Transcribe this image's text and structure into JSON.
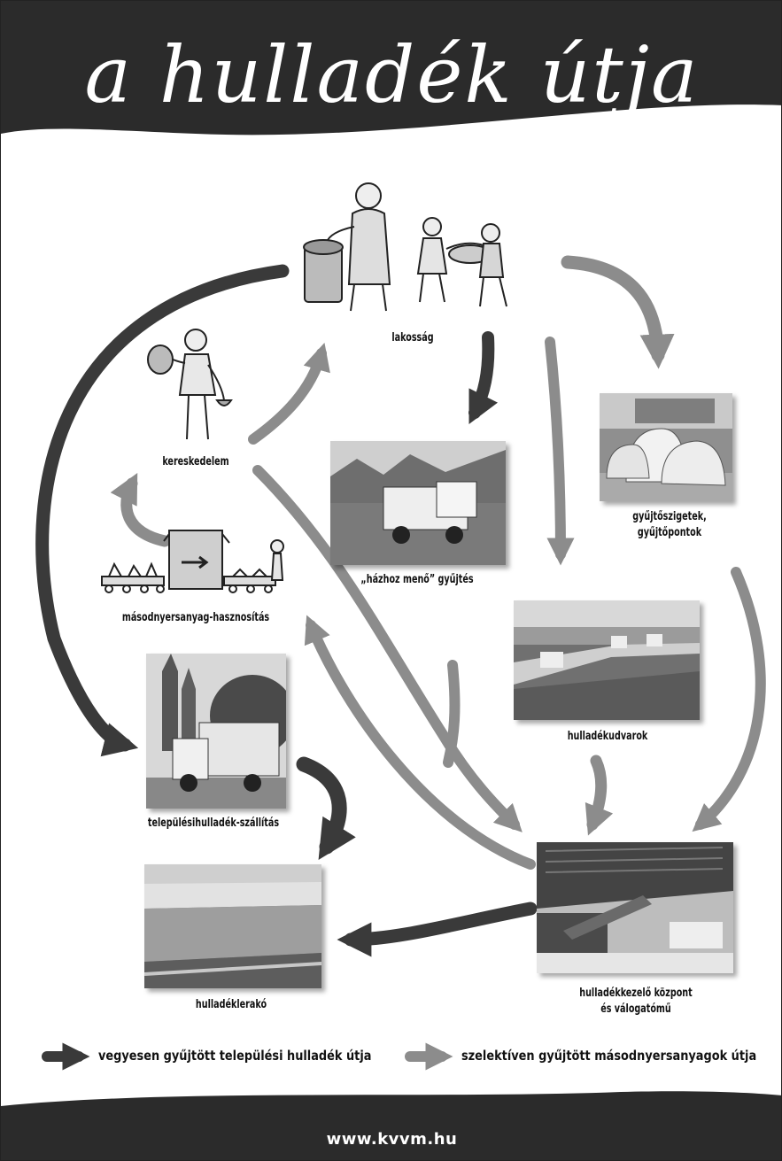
{
  "title": "a hulladék útja",
  "nodes": {
    "lakossag": "lakosság",
    "kereskedelem": "kereskedelem",
    "hazhoz": "„házhoz menő” gyűjtés",
    "gyujtoszigetek_line1": "gyűjtőszigetek,",
    "gyujtoszigetek_line2": "gyűjtőpontok",
    "masodnyersanyag": "másodnyersanyag-hasznosítás",
    "hulladekudvarok": "hulladékudvarok",
    "szallitas": "településihulladék-szállítás",
    "lerako": "hulladéklerakó",
    "kozpont_line1": "hulladékkezelő központ",
    "kozpont_line2": "és válogatómű"
  },
  "legend": {
    "mixed": "vegyesen gyűjtött települési hulladék útja",
    "selective": "szelektíven gyűjtött másodnyersanyagok útja"
  },
  "footer": "www.kvvm.hu",
  "colors": {
    "band": "#2b2b2b",
    "mixed_arrow": "#3a3a3a",
    "selective_arrow": "#8c8c8c"
  },
  "icons": {
    "people": "people-sketch",
    "shopper": "shopper-sketch",
    "machine": "recycling-machine-sketch"
  }
}
